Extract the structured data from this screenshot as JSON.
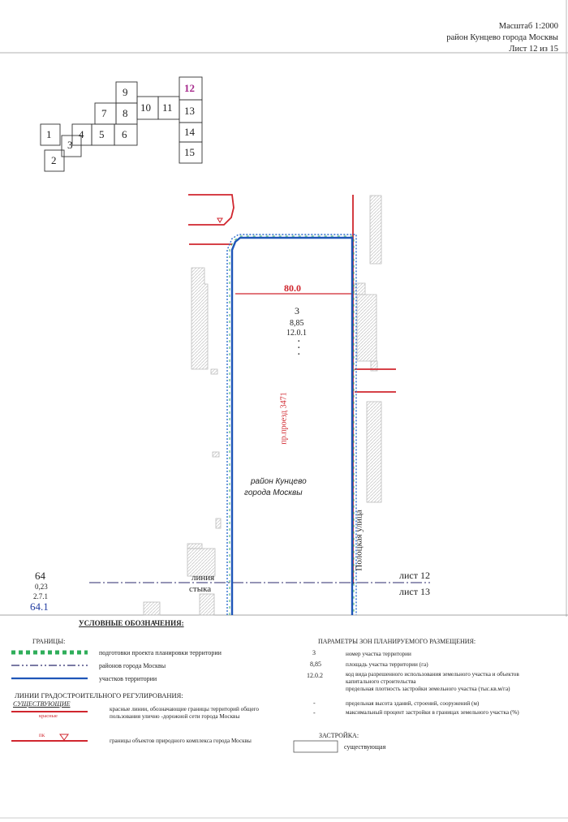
{
  "header": {
    "scale": "Масштаб 1:2000",
    "district": "район Кунцево города Москвы",
    "sheet": "Лист 12 из 15"
  },
  "index_map": {
    "current": "12",
    "tiles": [
      "1",
      "2",
      "3",
      "4",
      "5",
      "6",
      "7",
      "8",
      "9",
      "10",
      "11",
      "12",
      "13",
      "14",
      "15"
    ]
  },
  "map": {
    "width_label": "80.0",
    "plot": {
      "number": "3",
      "area": "8,85",
      "code": "12.0.1",
      "dots": ". . ."
    },
    "street_passage": "пр.проезд 3471",
    "district_label": [
      "район Кунцево",
      "города Москвы"
    ],
    "street_polotskaya": "Полоцкая улица",
    "join_line": [
      "линия",
      "стыка"
    ],
    "sheet_above": "лист 12",
    "sheet_below": "лист 13",
    "neighbor_plot": {
      "number": "64",
      "area": "0,23",
      "code": "2.7.1",
      "index": "64.1"
    }
  },
  "legend": {
    "title": "УСЛОВНЫЕ ОБОЗНАЧЕНИЯ:",
    "borders": {
      "title": "ГРАНИЦЫ:",
      "items": [
        "подготовки проекта планировки территории",
        "районов города Москвы",
        "участков территории"
      ]
    },
    "regulation": {
      "title": "ЛИНИИ ГРАДОСТРОИТЕЛЬНОГО РЕГУЛИРОВАНИЯ:",
      "existing": "СУЩЕСТВУЮЩИЕ",
      "red_tag": "красные",
      "red_desc": "красные линии, обозначающие границы территорий общего пользования улично -дорожной сети города Москвы",
      "nature_tag": "пк",
      "nature_desc": "границы объектов природного комплекса города Москвы"
    },
    "params": {
      "title": "ПАРАМЕТРЫ ЗОН ПЛАНИРУЕМОГО РАЗМЕЩЕНИЯ:",
      "rows": [
        {
          "key": "3",
          "desc": "номер участка территории"
        },
        {
          "key": "8,85",
          "desc": "площадь участка территории (га)"
        },
        {
          "key": "12.0.2",
          "desc": "код вида разрешенного использования земельного участка и объектов капитального строительства"
        },
        {
          "key": "",
          "desc": "предельная плотность застройки земельного участка (тыс.кв.м/га)"
        },
        {
          "key": "-",
          "desc": "предельная высота зданий, строений, сооружений (м)"
        },
        {
          "key": "-",
          "desc": "максимальный процент застройки в границах земельного участка (%)"
        }
      ]
    },
    "buildings": {
      "title": "ЗАСТРОЙКА:",
      "existing": "существующая"
    }
  },
  "colors": {
    "red": "#d0262e",
    "blue": "#1f56b8",
    "green": "#2fae5a",
    "navy": "#2b2a6e",
    "magenta": "#a62a8c"
  }
}
